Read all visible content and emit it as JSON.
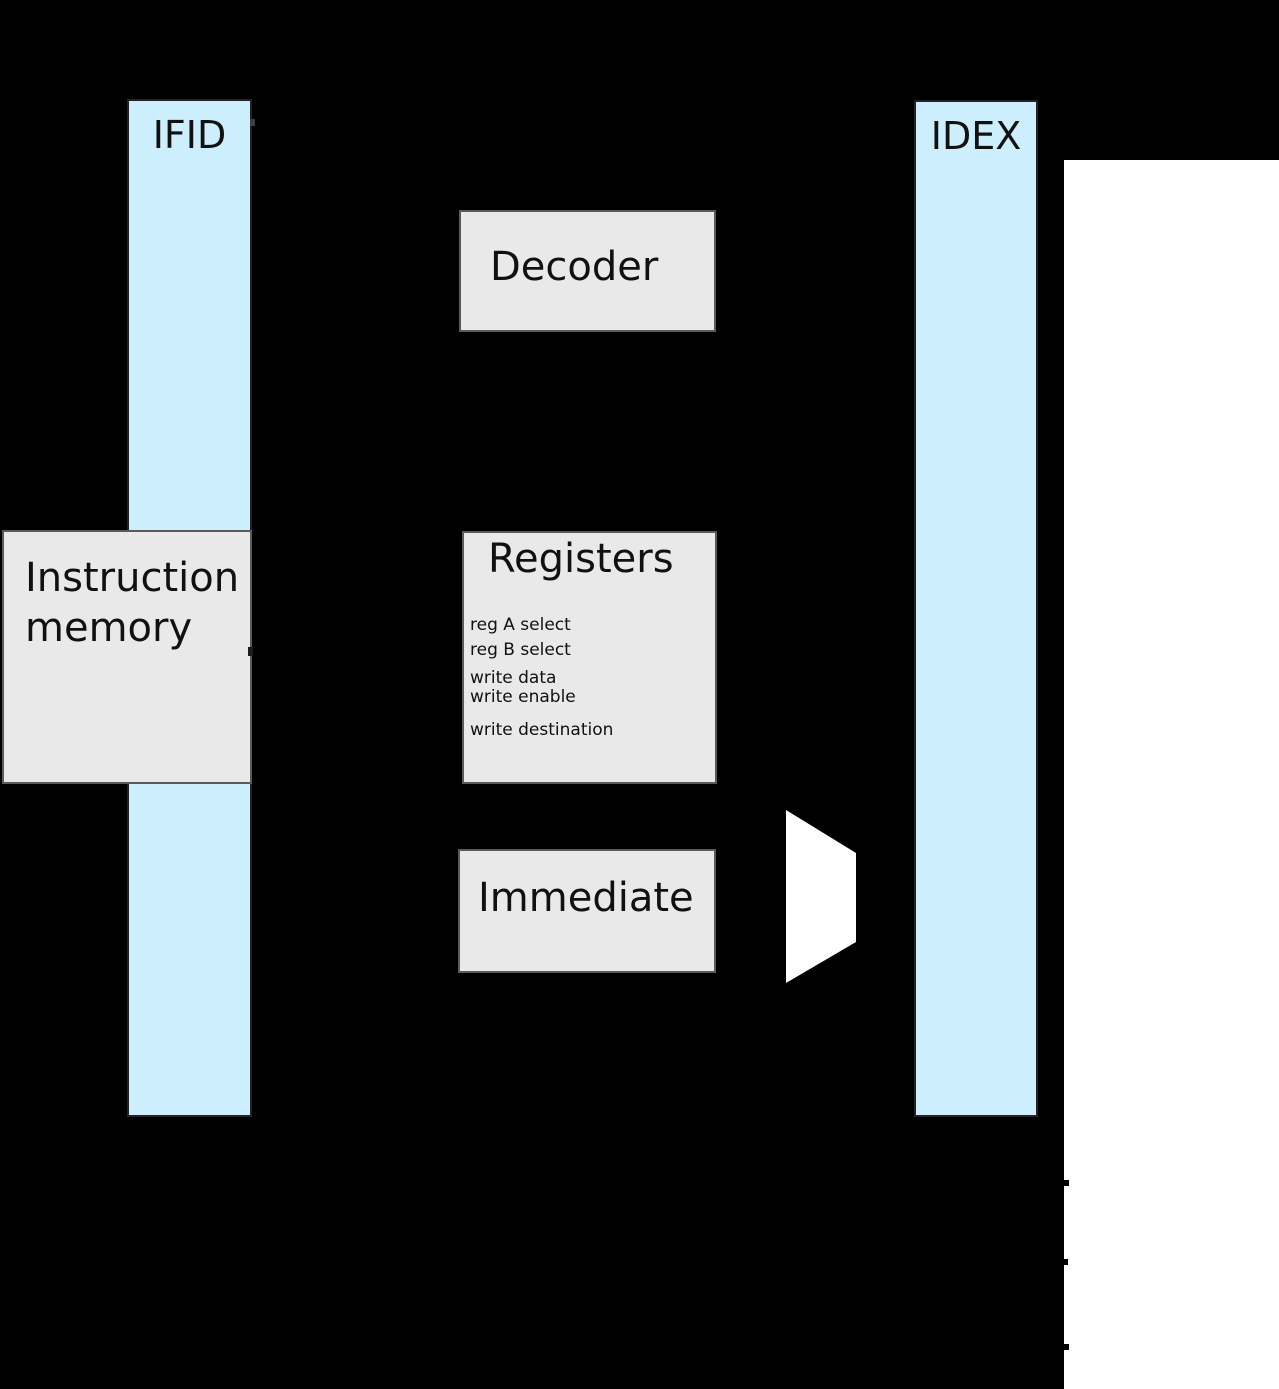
{
  "colors": {
    "background": "#000000",
    "panel_fill": "#ffffff",
    "pipeline_register_fill": "#cdeffd",
    "pipeline_register_border": "#222222",
    "block_fill": "#e9e9e9",
    "block_border": "#5a5a5a",
    "mux_fill": "#ffffff",
    "text_color": "#111111"
  },
  "pipeline_registers": [
    {
      "label": "IFID"
    },
    {
      "label": "IDEX"
    }
  ],
  "blocks": {
    "instruction_memory": {
      "label": "Instruction\nmemory"
    },
    "decoder": {
      "label": "Decoder"
    },
    "registers": {
      "title": "Registers",
      "ports": [
        "reg A select",
        "reg B select",
        "write data",
        "write enable",
        "write destination"
      ]
    },
    "immediate": {
      "label": "Immediate"
    }
  }
}
